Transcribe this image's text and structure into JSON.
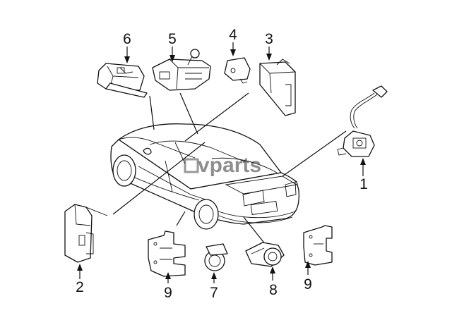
{
  "callouts": [
    "1",
    "2",
    "3",
    "4",
    "5",
    "6",
    "7",
    "8",
    "9",
    "9"
  ],
  "watermark": "vparts"
}
